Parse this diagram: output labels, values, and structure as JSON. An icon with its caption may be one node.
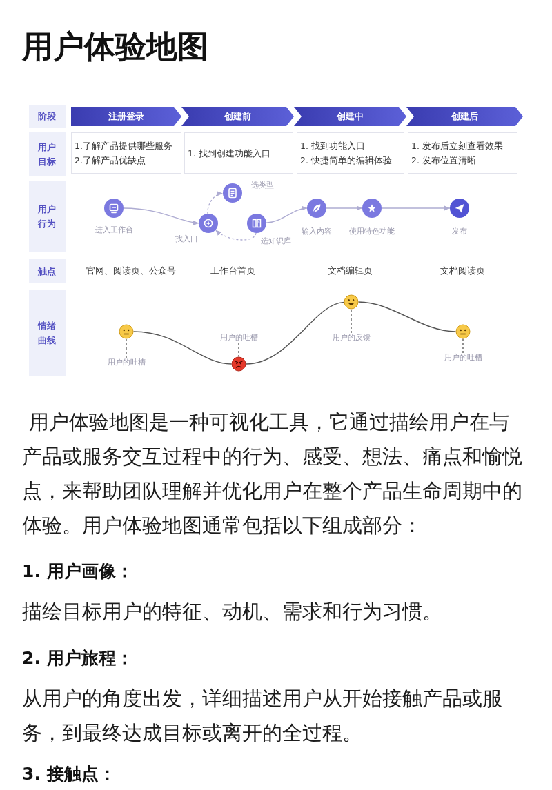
{
  "diagram": {
    "title": "用户体验地图",
    "nodes": [
      {
        "text": [
          "阶段"
        ]
      },
      {
        "text": [
          "注册登录"
        ]
      },
      {
        "text": [
          "创建前"
        ]
      },
      {
        "text": [
          "创建中"
        ]
      },
      {
        "text": [
          "创建后"
        ]
      },
      {
        "text": [
          "用户目标"
        ]
      },
      {
        "text": [
          "1.了解产品提供哪些服务",
          "2.了解产品优缺点"
        ]
      },
      {
        "text": [
          "1. 找到创建功能入口"
        ]
      },
      {
        "text": [
          "1. 找到功能入口",
          "2. 快捷简单的编辑体验"
        ]
      },
      {
        "text": [
          "1. 发布后立刻查看效果",
          "2. 发布位置清晰"
        ]
      },
      {
        "text": [
          "用户行为"
        ]
      },
      {
        "text": [],
        "shape": "circle",
        "beside": [
          "进入工作台"
        ]
      },
      {
        "text": [],
        "shape": "circle",
        "beside": [
          "选类型"
        ]
      },
      {
        "text": [],
        "shape": "circle",
        "beside": [
          "找入口"
        ]
      },
      {
        "text": [],
        "shape": "circle",
        "beside": [
          "选知识库"
        ]
      },
      {
        "text": [],
        "shape": "circle",
        "beside": [
          "输入内容"
        ]
      },
      {
        "text": [],
        "shape": "circle",
        "beside": [
          "使用特色功能"
        ]
      },
      {
        "text": [],
        "shape": "circle",
        "beside": [
          "发布"
        ]
      },
      {
        "text": [
          "触点"
        ]
      },
      {
        "text": [
          "情绪曲线"
        ]
      },
      {
        "text": [],
        "shape": "circle"
      },
      {
        "text": [
          "用户的吐槽"
        ]
      },
      {
        "text": [
          "用户的吐槽"
        ]
      },
      {
        "text": [],
        "shape": "circle"
      },
      {
        "text": [],
        "shape": "circle"
      },
      {
        "text": [
          "用户的反馈"
        ]
      },
      {
        "text": [],
        "shape": "circle"
      },
      {
        "text": [
          "用户的吐槽"
        ]
      }
    ],
    "edges": [
      {
        "from": 11,
        "to": 13,
        "arrow": "to",
        "color": "#aeacd2"
      },
      {
        "from": 13,
        "to": 12,
        "arrow": "to",
        "style": "dashed",
        "color": "#aeacd2"
      },
      {
        "from": 14,
        "to": 13,
        "arrow": "to",
        "style": "dashed",
        "color": "#aeacd2"
      },
      {
        "from": 14,
        "to": 15,
        "arrow": "to",
        "color": "#aeacd2"
      },
      {
        "from": 15,
        "to": 16,
        "arrow": "to",
        "color": "#aeacd2"
      },
      {
        "from": 16,
        "to": 17,
        "arrow": "to",
        "color": "#aeacd2"
      },
      {
        "from": 20,
        "to": 23,
        "arrow": "none"
      },
      {
        "from": 23,
        "to": 24,
        "arrow": "none"
      },
      {
        "from": 24,
        "to": 26,
        "arrow": "none"
      },
      {
        "from": 21,
        "to": 20,
        "arrow": "none",
        "style": "dashed"
      },
      {
        "from": 22,
        "to": 23,
        "arrow": "none",
        "style": "dashed"
      },
      {
        "from": 25,
        "to": 24,
        "arrow": "none",
        "style": "dashed"
      },
      {
        "from": 27,
        "to": 26,
        "arrow": "none",
        "style": "dashed"
      }
    ],
    "labels": [
      "官网、阅读页、公众号",
      "工作台首页",
      "文档编辑页",
      "文档阅读页",
      "用户体验地图是一种可视化工具，它通过描绘用户在与产品或服务交互过程中的行为、感受、想法、痛点和愉悦点，来帮助团队理解并优化用户在整个产品生命周期中的体验。用户体验地图通常包括以下组成部分：",
      "1. 用户画像：",
      "描绘目标用户的特征、动机、需求和行为习惯。",
      "2. 用户旅程：",
      "从用户的角度出发，详细描述用户从开始接触产品或服务，到最终达成目标或离开的全过程。",
      "3. 接触点："
    ]
  }
}
